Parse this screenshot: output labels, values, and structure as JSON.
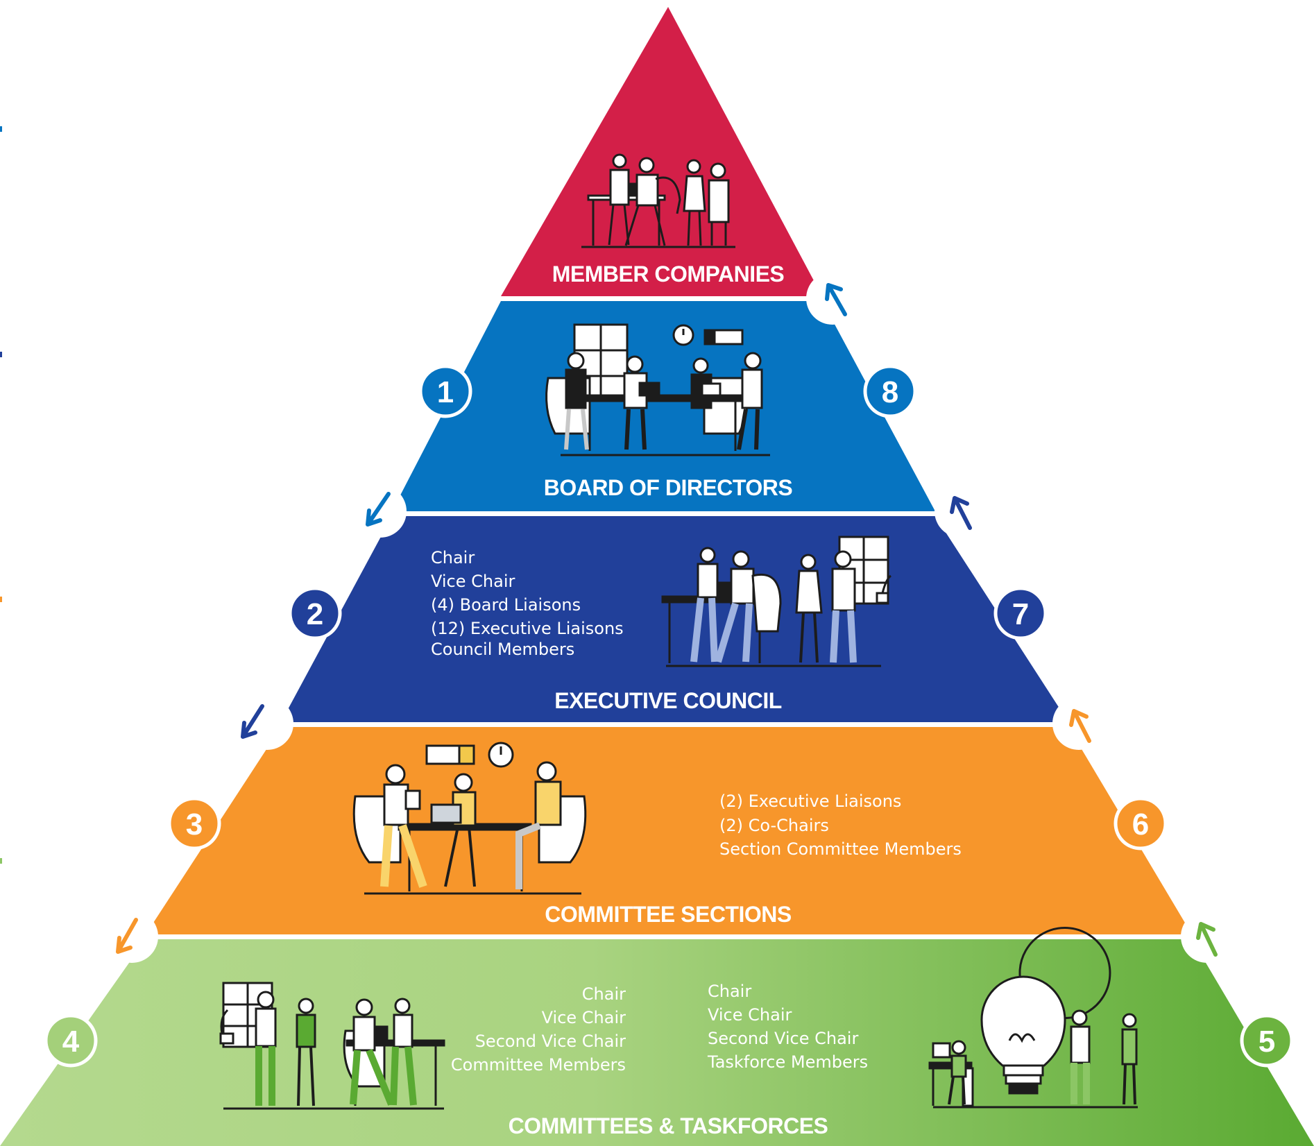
{
  "colors": {
    "member": "#d31f48",
    "board": "#0674c1",
    "executive": "#21409a",
    "sections": "#f7962b",
    "committees_light": "#b4d98e",
    "committees_dark": "#5aaa32",
    "circle_blue": "#0674c1",
    "circle_navy": "#21409a",
    "circle_orange": "#f7962b",
    "circle_green": "#a4d07a",
    "circle_green_dark": "#6cb33f"
  },
  "tiers": {
    "member": {
      "title": "MEMBER COMPANIES"
    },
    "board": {
      "title": "BOARD OF DIRECTORS"
    },
    "executive": {
      "title": "EXECUTIVE COUNCIL",
      "roles": [
        "Chair",
        "Vice Chair",
        "(4) Board Liaisons",
        "(12) Executive Liaisons",
        "Council Members"
      ]
    },
    "sections": {
      "title": "COMMITTEE SECTIONS",
      "roles": [
        "(2) Executive Liaisons",
        "(2) Co-Chairs",
        "Section Committee Members"
      ]
    },
    "committees": {
      "title": "COMMITTEES & TASKFORCES",
      "committee_roles": [
        "Chair",
        "Vice Chair",
        "Second Vice Chair",
        "Committee Members"
      ],
      "taskforce_roles": [
        "Chair",
        "Vice Chair",
        "Second Vice Chair",
        "Taskforce Members"
      ]
    }
  },
  "steps": [
    "1",
    "2",
    "3",
    "4",
    "5",
    "6",
    "7",
    "8"
  ]
}
